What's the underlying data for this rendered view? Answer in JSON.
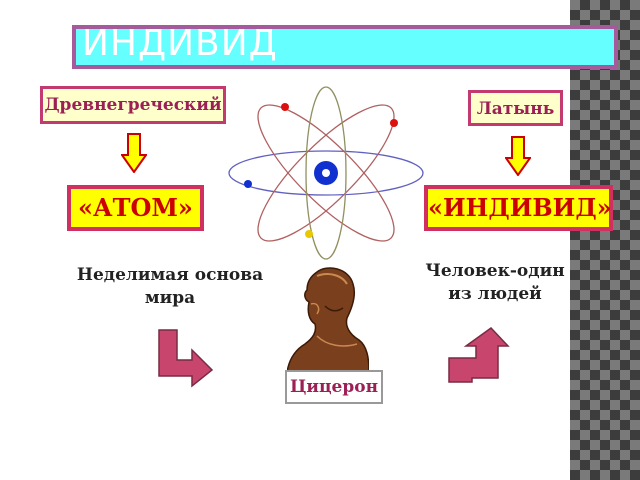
{
  "title": "ИНДИВИД",
  "left": {
    "language": "Древнегреческий",
    "word": "«АТОМ»",
    "meaning_line1": "Неделимая основа",
    "meaning_line2": "мира"
  },
  "right": {
    "language": "Латынь",
    "word": "«ИНДИВИД»",
    "meaning_line1": "Человек-один",
    "meaning_line2": "из людей"
  },
  "person": {
    "name": "Цицерон"
  },
  "colors": {
    "title_fill": "#66ffff",
    "title_border": "#a55a9c",
    "word_fill": "#ffff00",
    "word_text": "#cc0000",
    "arrow_fill": "#ffff00",
    "arrow_border": "#cc0000",
    "bend_arrow_fill": "#c8466e"
  },
  "icons": [
    "atom-icon",
    "bust-icon",
    "down-arrow-icon",
    "bend-arrow-icon"
  ]
}
